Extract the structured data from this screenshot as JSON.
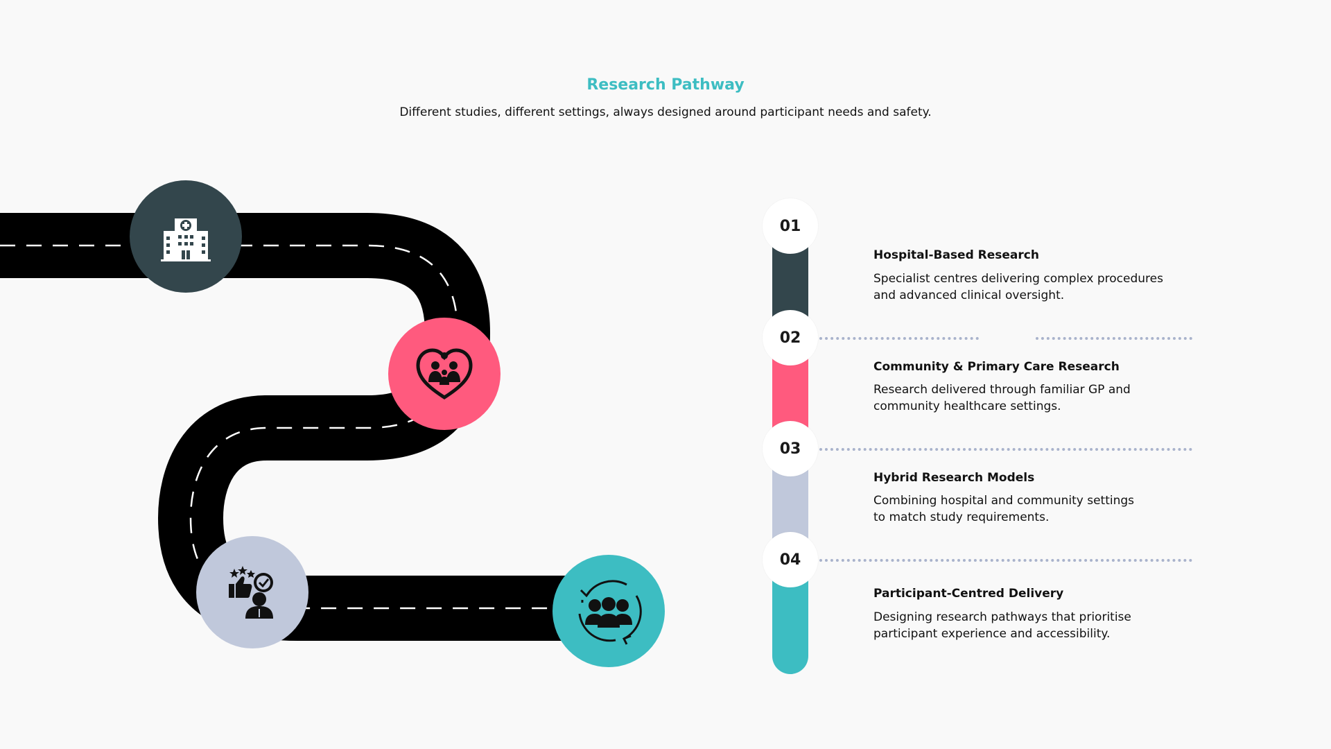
{
  "header": {
    "title": "Research Pathway",
    "subtitle": "Different studies, different settings, always designed around participant needs and safety."
  },
  "colors": {
    "background": "#f9f9f9",
    "road": "#000000",
    "accent_teal": "#3dbdc2",
    "dark_slate": "#33464c",
    "pink": "#ff5a7e",
    "lavender": "#c0c8db",
    "divider_dots": "#a9b3cc"
  },
  "road_icons": [
    {
      "name": "hospital-icon",
      "color": "#33464c"
    },
    {
      "name": "heart-family-icon",
      "color": "#ff5a7e"
    },
    {
      "name": "thumbs-up-person-icon",
      "color": "#c0c8db"
    },
    {
      "name": "group-cycle-icon",
      "color": "#3dbdc2"
    }
  ],
  "steps": [
    {
      "number": "01",
      "title": "Hospital-Based Research",
      "desc_line1": "Specialist centres delivering complex procedures",
      "desc_line2": "and advanced clinical oversight.",
      "color": "#33464c"
    },
    {
      "number": "02",
      "title": "Community & Primary Care Research",
      "desc_line1": "Research delivered through familiar GP and",
      "desc_line2": "community healthcare settings.",
      "color": "#ff5a7e"
    },
    {
      "number": "03",
      "title": "Hybrid Research Models",
      "desc_line1": "Combining hospital and community settings",
      "desc_line2": "to match study requirements.",
      "color": "#c0c8db"
    },
    {
      "number": "04",
      "title": "Participant-Centred Delivery",
      "desc_line1": "Designing research pathways that prioritise",
      "desc_line2": "participant experience and accessibility.",
      "color": "#3dbdc2"
    }
  ]
}
